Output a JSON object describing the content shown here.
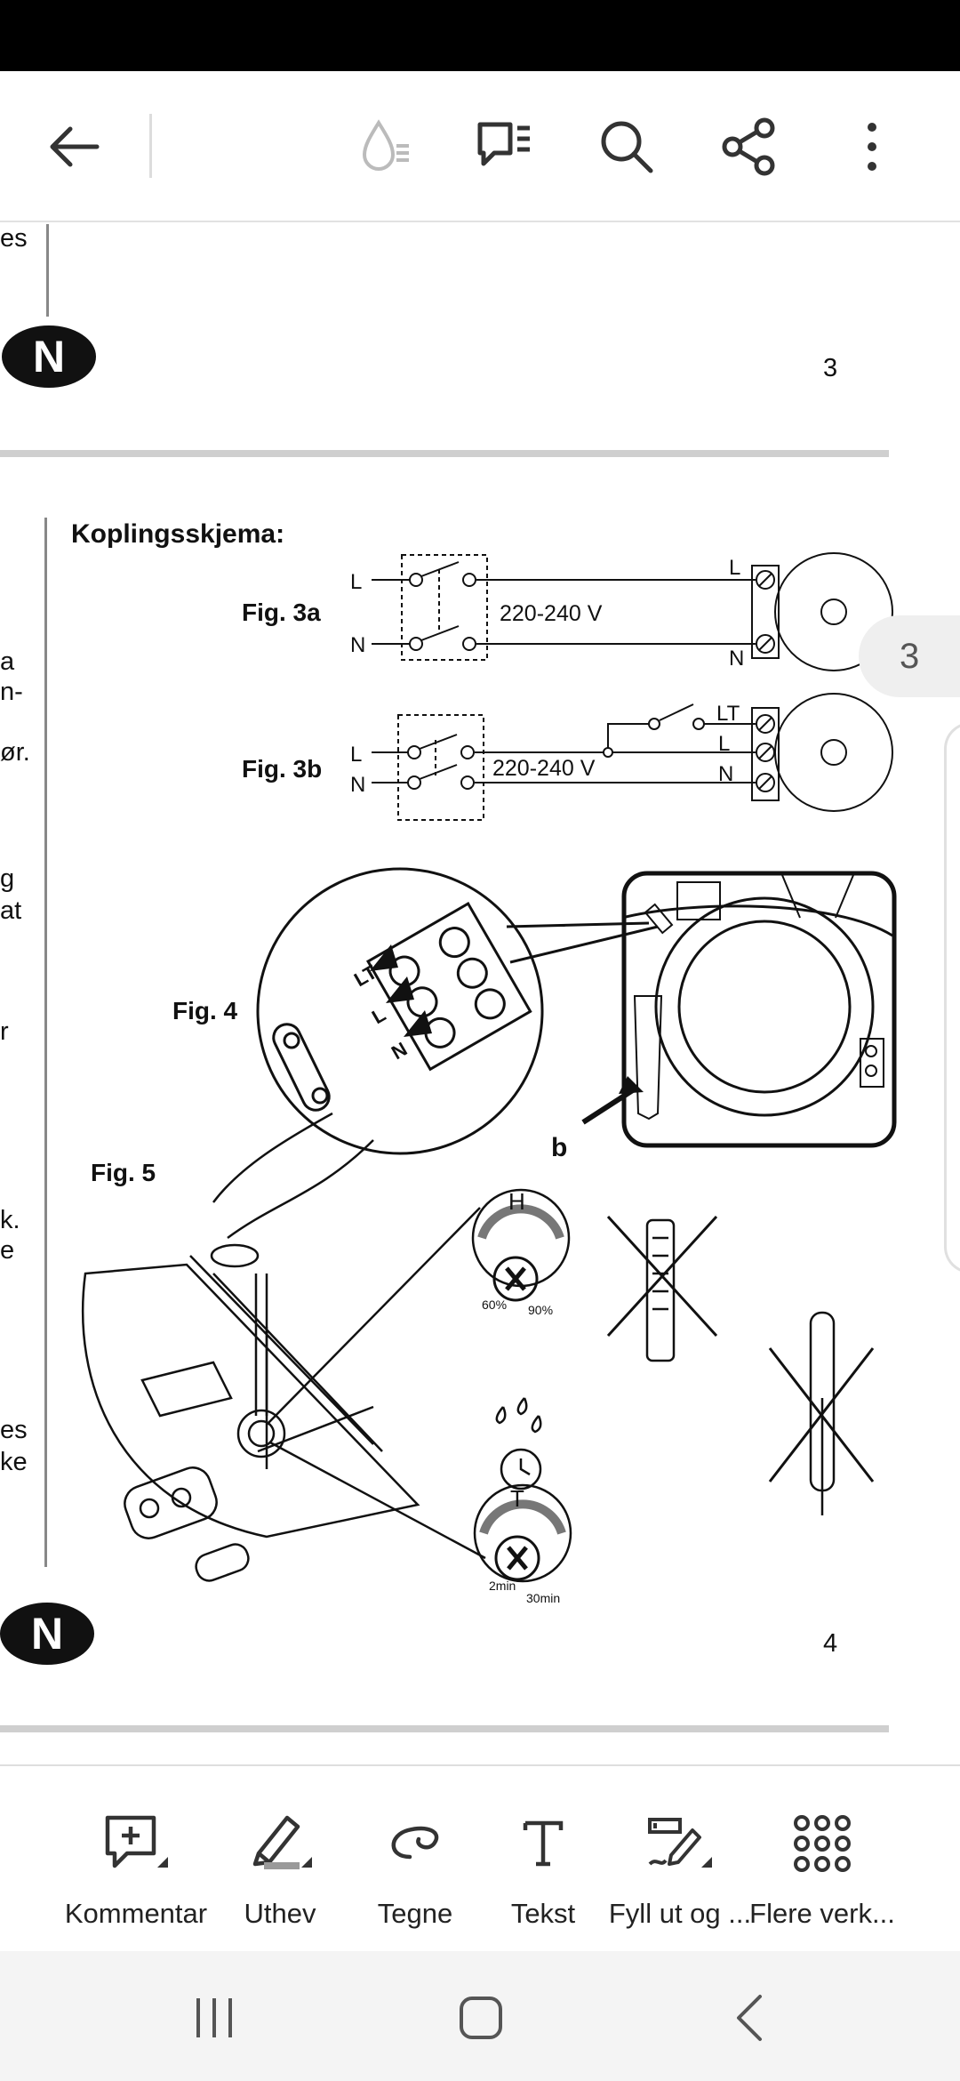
{
  "app_bar": {
    "back_icon": "arrow-left-icon",
    "icons": [
      "reading-mode-icon",
      "comments-icon",
      "search-icon",
      "share-icon",
      "more-vertical-icon"
    ]
  },
  "document": {
    "page3": {
      "left_fragment": "es",
      "badge": "N",
      "page_number": "3"
    },
    "page_indicator": "3",
    "page4": {
      "heading": "Koplingsskjema:",
      "fig3a_label": "Fig. 3a",
      "fig3b_label": "Fig. 3b",
      "fig4_label": "Fig. 4",
      "fig5_label": "Fig. 5",
      "voltage_3a": "220-240 V",
      "voltage_3b": "220-240 V",
      "wire_L": "L",
      "wire_N": "N",
      "wire_LT": "LT",
      "label_b": "b",
      "humidity_knob": {
        "letter": "H",
        "min": "60%",
        "max": "90%"
      },
      "timer_knob": {
        "letter": "T",
        "min": "2min",
        "max": "30min"
      },
      "left_fragments": [
        "a",
        "n-",
        "ør.",
        "g",
        "at",
        "r",
        "k.",
        "e",
        "es",
        "ke"
      ],
      "badge": "N",
      "page_number": "4"
    }
  },
  "toolbar": {
    "tools": [
      {
        "label": "Kommentar",
        "icon": "comment-add-icon"
      },
      {
        "label": "Uthev",
        "icon": "highlighter-icon"
      },
      {
        "label": "Tegne",
        "icon": "draw-icon"
      },
      {
        "label": "Tekst",
        "icon": "text-icon"
      },
      {
        "label": "Fyll ut og ...",
        "icon": "fill-sign-icon"
      },
      {
        "label": "Flere verk...",
        "icon": "grid-more-icon"
      }
    ]
  },
  "nav": {
    "icons": [
      "recent-apps-icon",
      "home-icon",
      "back-icon"
    ]
  }
}
